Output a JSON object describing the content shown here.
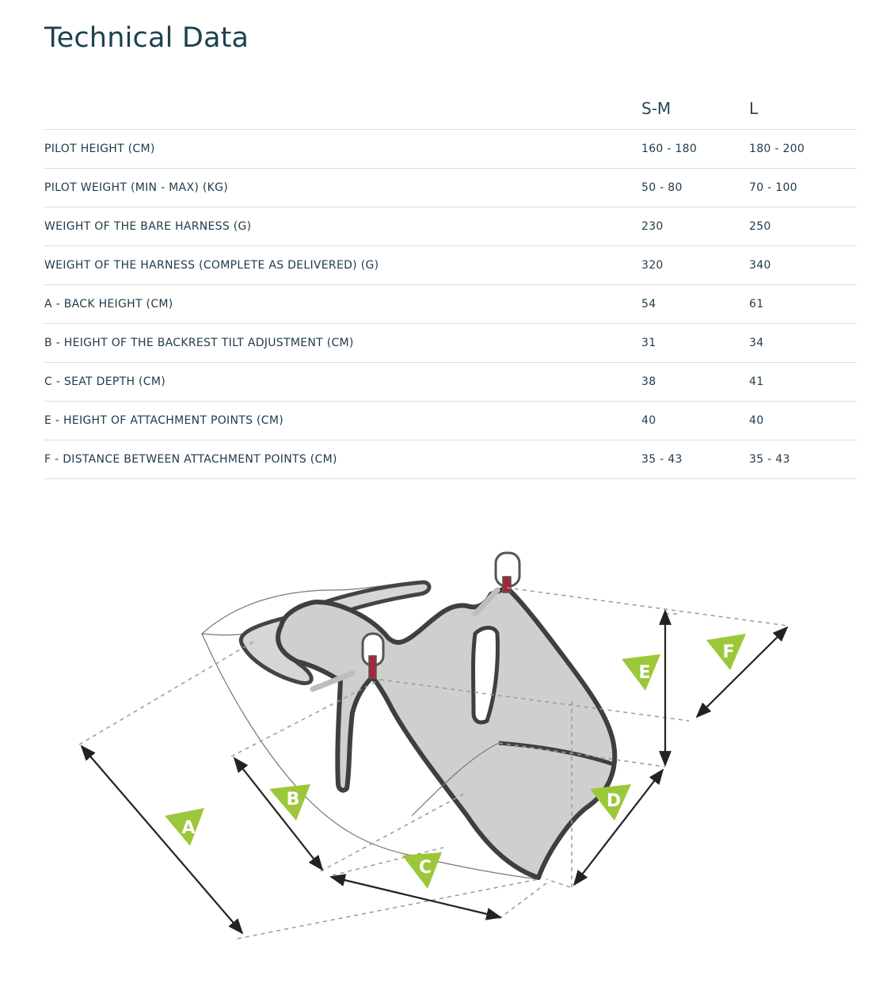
{
  "page": {
    "title": "Technical Data"
  },
  "table": {
    "headers": [
      "",
      "S-M",
      "L"
    ],
    "rows": [
      {
        "label": "PILOT HEIGHT (CM)",
        "sm": "160 - 180",
        "l": "180 - 200"
      },
      {
        "label": "PILOT WEIGHT (MIN - MAX) (KG)",
        "sm": "50 - 80",
        "l": "70 - 100"
      },
      {
        "label": "WEIGHT OF THE BARE HARNESS (G)",
        "sm": "230",
        "l": "250"
      },
      {
        "label": "WEIGHT OF THE HARNESS (COMPLETE AS DELIVERED) (G)",
        "sm": "320",
        "l": "340"
      },
      {
        "label": "A - BACK HEIGHT (CM)",
        "sm": "54",
        "l": "61"
      },
      {
        "label": "B - HEIGHT OF THE BACKREST TILT ADJUSTMENT (CM)",
        "sm": "31",
        "l": "34"
      },
      {
        "label": "C - SEAT DEPTH (CM)",
        "sm": "38",
        "l": "41"
      },
      {
        "label": "E - HEIGHT OF ATTACHMENT POINTS (CM)",
        "sm": "40",
        "l": "40"
      },
      {
        "label": "F - DISTANCE BETWEEN ATTACHMENT POINTS (CM)",
        "sm": "35 - 43",
        "l": "35 - 43"
      }
    ]
  },
  "diagram": {
    "markers": [
      "A",
      "B",
      "C",
      "D",
      "E",
      "F"
    ],
    "colors": {
      "marker": "#9dc73a",
      "harness_fill": "#cfcfcf",
      "harness_outline": "#3f3f3f",
      "carabiner_accent": "#a8243a",
      "dimension_line": "#222222",
      "guide_line": "#9a9a9a"
    }
  }
}
